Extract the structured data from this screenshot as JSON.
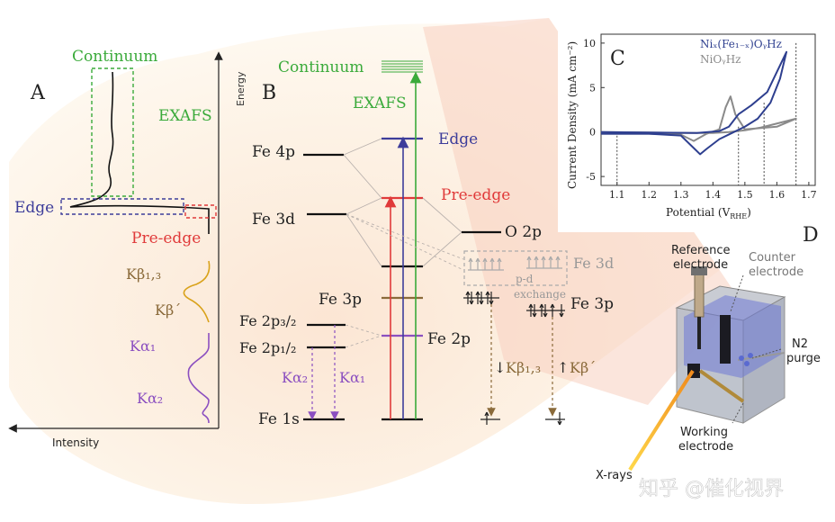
{
  "panel_labels": {
    "a": "A",
    "b": "B",
    "c": "C",
    "d": "D"
  },
  "panel_a": {
    "continuum": "Continuum",
    "exafs": "EXAFS",
    "edge": "Edge",
    "pre_edge": "Pre-edge",
    "kb13": "Kβ₁,₃",
    "kbp": "Kβ´",
    "ka1": "Kα₁",
    "ka2": "Kα₂",
    "energy_axis": "Energy",
    "intensity_axis": "Intensity"
  },
  "panel_b": {
    "continuum": "Continuum",
    "exafs": "EXAFS",
    "edge": "Edge",
    "pre_edge": "Pre-edge",
    "fe4p": "Fe 4p",
    "fe3d": "Fe 3d",
    "o2p": "O 2p",
    "fe3d_right": "Fe 3d",
    "pd_exchange_1": "p-d",
    "pd_exchange_2": "exchange",
    "fe3p": "Fe 3p",
    "fe3p_right": "Fe 3p",
    "fe2p32": "Fe 2p₃/₂",
    "fe2p12": "Fe 2p₁/₂",
    "fe2p": "Fe 2p",
    "fe1s": "Fe 1s",
    "ka2": "Kα₂",
    "ka1": "Kα₁",
    "kb13": "Kβ₁,₃",
    "kbp": "Kβ´",
    "arrow_down": "↓",
    "arrow_up": "↑"
  },
  "panel_c": {
    "ylabel": "Current Density (mA cm⁻²)",
    "xlabel_main": "Potential (V",
    "xlabel_sub": "RHE",
    "xlabel_end": ")",
    "legend_1": "Niₓ(Fe₁₋ₓ)OᵧHz",
    "legend_2": "NiOᵧHz",
    "x_ticks": [
      "1.1",
      "1.2",
      "1.3",
      "1.4",
      "1.5",
      "1.6",
      "1.7"
    ],
    "y_ticks": [
      "10",
      "5",
      "0",
      "-5"
    ]
  },
  "panel_d": {
    "reference": "Reference",
    "reference_2": "electrode",
    "counter": "Counter",
    "counter_2": "electrode",
    "n2": "N2",
    "purge": "purge",
    "working": "Working",
    "working_2": "electrode",
    "xrays": "X-rays"
  },
  "watermark": "知乎 @催化视界",
  "chart_data": {
    "type": "line",
    "xlabel": "Potential (V RHE)",
    "ylabel": "Current Density (mA cm⁻²)",
    "xlim": [
      1.05,
      1.72
    ],
    "ylim": [
      -6,
      11
    ],
    "series": [
      {
        "name": "Niₓ(Fe₁₋ₓ)OᵧHz",
        "color": "#2e3f8f",
        "x": [
          1.02,
          1.2,
          1.3,
          1.34,
          1.36,
          1.38,
          1.42,
          1.46,
          1.5,
          1.54,
          1.58,
          1.61,
          1.63,
          1.57,
          1.52,
          1.48,
          1.45,
          1.42,
          1.35,
          1.2,
          1.02
        ],
        "y": [
          -0.2,
          -0.2,
          -0.4,
          -1.8,
          -2.5,
          -1.9,
          -0.8,
          -0.1,
          0.6,
          1.5,
          3.3,
          6.0,
          9.0,
          4.5,
          3.0,
          2.0,
          0.6,
          0.1,
          -0.1,
          -0.05,
          0.0
        ]
      },
      {
        "name": "NiOᵧHz",
        "color": "#8a8a8a",
        "x": [
          1.02,
          1.2,
          1.3,
          1.34,
          1.36,
          1.38,
          1.42,
          1.44,
          1.455,
          1.47,
          1.5,
          1.6,
          1.66,
          1.55,
          1.5,
          1.45,
          1.4,
          1.3,
          1.2,
          1.02
        ],
        "y": [
          -0.2,
          -0.2,
          -0.3,
          -1.0,
          -0.6,
          -0.2,
          0.3,
          2.8,
          4.0,
          2.0,
          0.3,
          0.6,
          1.5,
          0.5,
          0.2,
          0.0,
          -0.1,
          -0.1,
          -0.05,
          0.0
        ]
      }
    ],
    "dotted_lines_x": [
      1.1,
      1.48,
      1.56,
      1.66
    ]
  }
}
